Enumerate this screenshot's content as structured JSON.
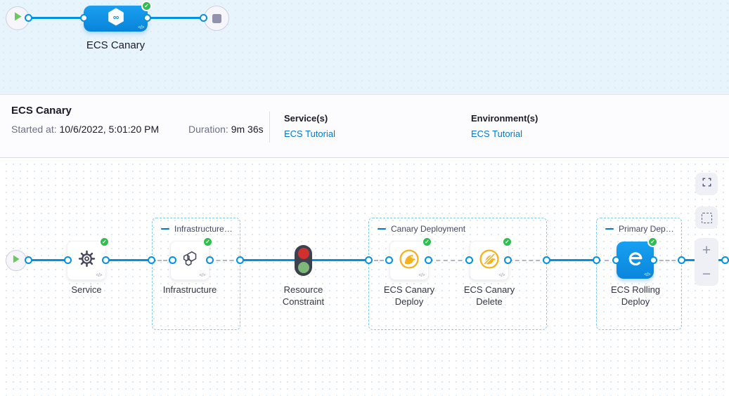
{
  "banner": {
    "stage_label": "ECS Canary"
  },
  "header": {
    "title": "ECS Canary",
    "started_label": "Started at:",
    "started_value": "10/6/2022, 5:01:20 PM",
    "duration_label": "Duration:",
    "duration_value": "9m 36s",
    "services_label": "Service(s)",
    "services_link": "ECS Tutorial",
    "environments_label": "Environment(s)",
    "environments_link": "ECS Tutorial"
  },
  "graph": {
    "groups": [
      {
        "label": "Infrastructure Se..."
      },
      {
        "label": "Canary Deployment"
      },
      {
        "label": "Primary Deploy..."
      }
    ],
    "nodes": [
      {
        "label": "Service",
        "icon": "gear-icon",
        "status": "success"
      },
      {
        "label": "Infrastructure",
        "icon": "hexagon-cluster-icon",
        "status": "success"
      },
      {
        "label": "Resource Constraint",
        "icon": "traffic-light-icon",
        "status": "none"
      },
      {
        "label": "ECS Canary Deploy",
        "icon": "canary-bird-icon",
        "status": "success"
      },
      {
        "label": "ECS Canary Delete",
        "icon": "canary-bird-slash-icon",
        "status": "success"
      },
      {
        "label": "ECS Rolling Deploy",
        "icon": "ecs-swirl-icon",
        "status": "success"
      }
    ]
  },
  "controls": {
    "zoom_in_label": "+",
    "zoom_out_label": "−"
  },
  "glyphs": {
    "check": "✓",
    "code": "</>",
    "infinity": "∞"
  },
  "colors": {
    "accent_blue": "#0092e4",
    "link_blue": "#0278d5",
    "success_green": "#2fbe4f",
    "canary_amber": "#f7b11d",
    "node_blue": "#0b8fe0",
    "banner_bg": "#e7f4fb"
  }
}
